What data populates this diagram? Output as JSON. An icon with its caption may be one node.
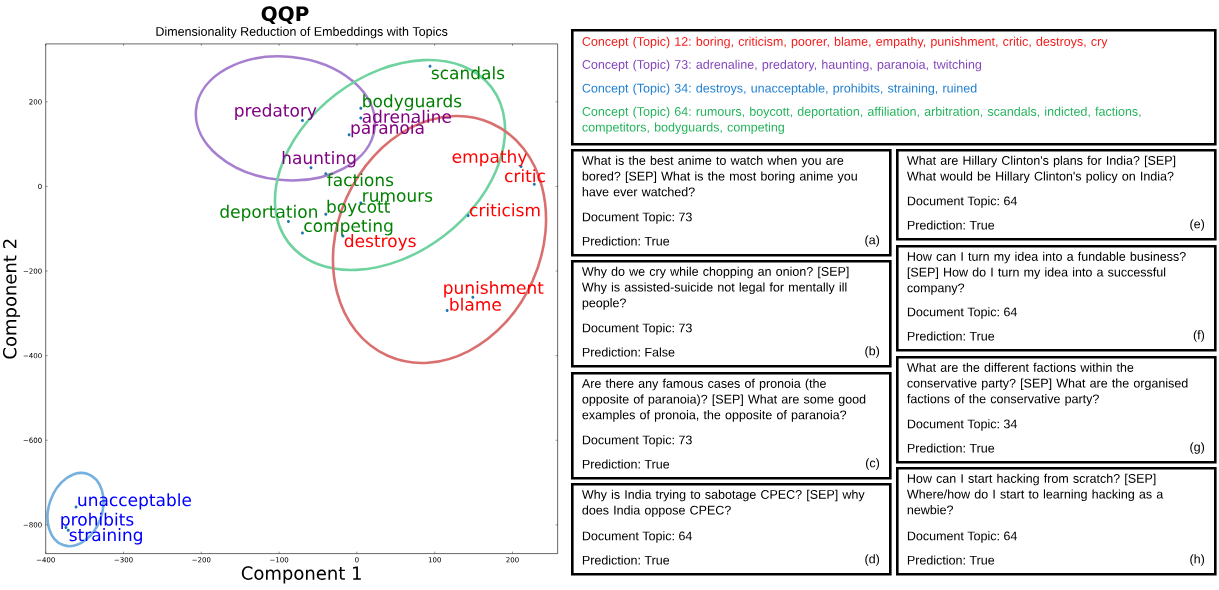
{
  "diagram": {
    "title": "QQP",
    "nodes": [
      {
        "text": [
          "Concept (Topic) 12: boring, criticism, poorer, blame, empathy, punishment, critic, destroys, cry",
          "Concept (Topic) 73: adrenaline, predatory, haunting, paranoia, twitching",
          "Concept (Topic) 34: destroys, unacceptable, prohibits, straining, ruined",
          "Concept (Topic) 64: rumours, boycott, deportation, affiliation, arbitration, scandals, indicted, factions, competitors, bodyguards, competing"
        ]
      },
      {
        "text": [
          "What is the best anime to watch when you are bored? [SEP] What is the most boring anime you have ever watched?",
          "Document Topic: 73",
          "Prediction: True",
          "(a)"
        ]
      },
      {
        "text": [
          "Why do we cry while chopping an onion? [SEP] Why is assisted-suicide not legal for mentally ill people?",
          "Document Topic: 73",
          "Prediction: False",
          "(b)"
        ]
      },
      {
        "text": [
          "Are there any famous cases of pronoia (the opposite of paranoia)? [SEP] What are some good examples of pronoia, the opposite of paranoia?",
          "Document Topic: 73",
          "Prediction: True",
          "(c)"
        ]
      },
      {
        "text": [
          "Why is India trying to sabotage CPEC? [SEP] why does India oppose CPEC?",
          "Document Topic: 64",
          "Prediction: True",
          "(d)"
        ]
      },
      {
        "text": [
          "What are Hillary Clinton's plans for India? [SEP] What would be Hillary Clinton's policy on India?",
          "Document Topic: 64",
          "Prediction: True",
          "(e)"
        ]
      },
      {
        "text": [
          "How can I turn my idea into a fundable business? [SEP] How do I turn my idea into a successful company?",
          "Document Topic: 64",
          "Prediction: True",
          "(f)"
        ]
      },
      {
        "text": [
          "What are the different factions within the conservative party? [SEP] What are the organised factions of the conservative party?",
          "Document Topic: 34",
          "Prediction: True",
          "(g)"
        ]
      },
      {
        "text": [
          "How can I start hacking from scratch? [SEP] Where/how do I start to learning hacking as a newbie?",
          "Document Topic: 64",
          "Prediction: True",
          "(h)"
        ]
      }
    ],
    "chart_data": {
      "type": "scatter",
      "title": "Dimensionality Reduction of Embeddings with Topics",
      "xlabel": "Component 1",
      "ylabel": "Component 2",
      "xlim": [
        -400,
        258
      ],
      "ylim": [
        -868,
        337
      ],
      "xticks": [
        {
          "value": -400,
          "label": "−400"
        },
        {
          "value": -300,
          "label": "−300"
        },
        {
          "value": -200,
          "label": "−200"
        },
        {
          "value": -100,
          "label": "−100"
        },
        {
          "value": 0,
          "label": "0"
        },
        {
          "value": 100,
          "label": "100"
        },
        {
          "value": 200,
          "label": "200"
        }
      ],
      "yticks": [
        {
          "value": -800,
          "label": "−800"
        },
        {
          "value": -600,
          "label": "−600"
        },
        {
          "value": -400,
          "label": "−400"
        },
        {
          "value": -200,
          "label": "−200"
        },
        {
          "value": 0,
          "label": "0"
        },
        {
          "value": 200,
          "label": "200"
        }
      ],
      "x": [
        94,
        5,
        5,
        -10,
        -70,
        -59,
        -40,
        5,
        -40,
        -88,
        -70,
        -18,
        211,
        228,
        143,
        149,
        116,
        -361,
        -374,
        -371
      ],
      "series": [
        {
          "color": "#1f77b4",
          "values": [
            284,
            185,
            162,
            122,
            156,
            44,
            30,
            -39,
            -66,
            -83,
            -110,
            -117,
            47,
            5,
            -69,
            -262,
            -293,
            -758,
            -806,
            -813
          ]
        }
      ],
      "annotations": [
        {
          "x": 94,
          "y": 284,
          "text": "scandals"
        },
        {
          "x": 5,
          "y": 185,
          "text": "bodyguards"
        },
        {
          "x": 5,
          "y": 162,
          "text": "adrenaline"
        },
        {
          "x": -10,
          "y": 122,
          "text": "paranoia"
        },
        {
          "x": -70,
          "y": 156,
          "text": "predatory"
        },
        {
          "x": -59,
          "y": 44,
          "text": "haunting"
        },
        {
          "x": -40,
          "y": 30,
          "text": "factions"
        },
        {
          "x": 5,
          "y": -39,
          "text": "rumours"
        },
        {
          "x": -40,
          "y": -66,
          "text": "boycott"
        },
        {
          "x": -88,
          "y": -83,
          "text": "deportation"
        },
        {
          "x": -70,
          "y": -110,
          "text": "competing"
        },
        {
          "x": -18,
          "y": -117,
          "text": "destroys"
        },
        {
          "x": 211,
          "y": 47,
          "text": "empathy"
        },
        {
          "x": 228,
          "y": 5,
          "text": "critic"
        },
        {
          "x": 143,
          "y": -69,
          "text": "criticism"
        },
        {
          "x": 149,
          "y": -262,
          "text": "punishment"
        },
        {
          "x": 116,
          "y": -293,
          "text": "blame"
        },
        {
          "x": -361,
          "y": -758,
          "text": "unacceptable"
        },
        {
          "x": -374,
          "y": -806,
          "text": "prohibits"
        },
        {
          "x": -371,
          "y": -813,
          "text": "straining"
        }
      ]
    }
  }
}
